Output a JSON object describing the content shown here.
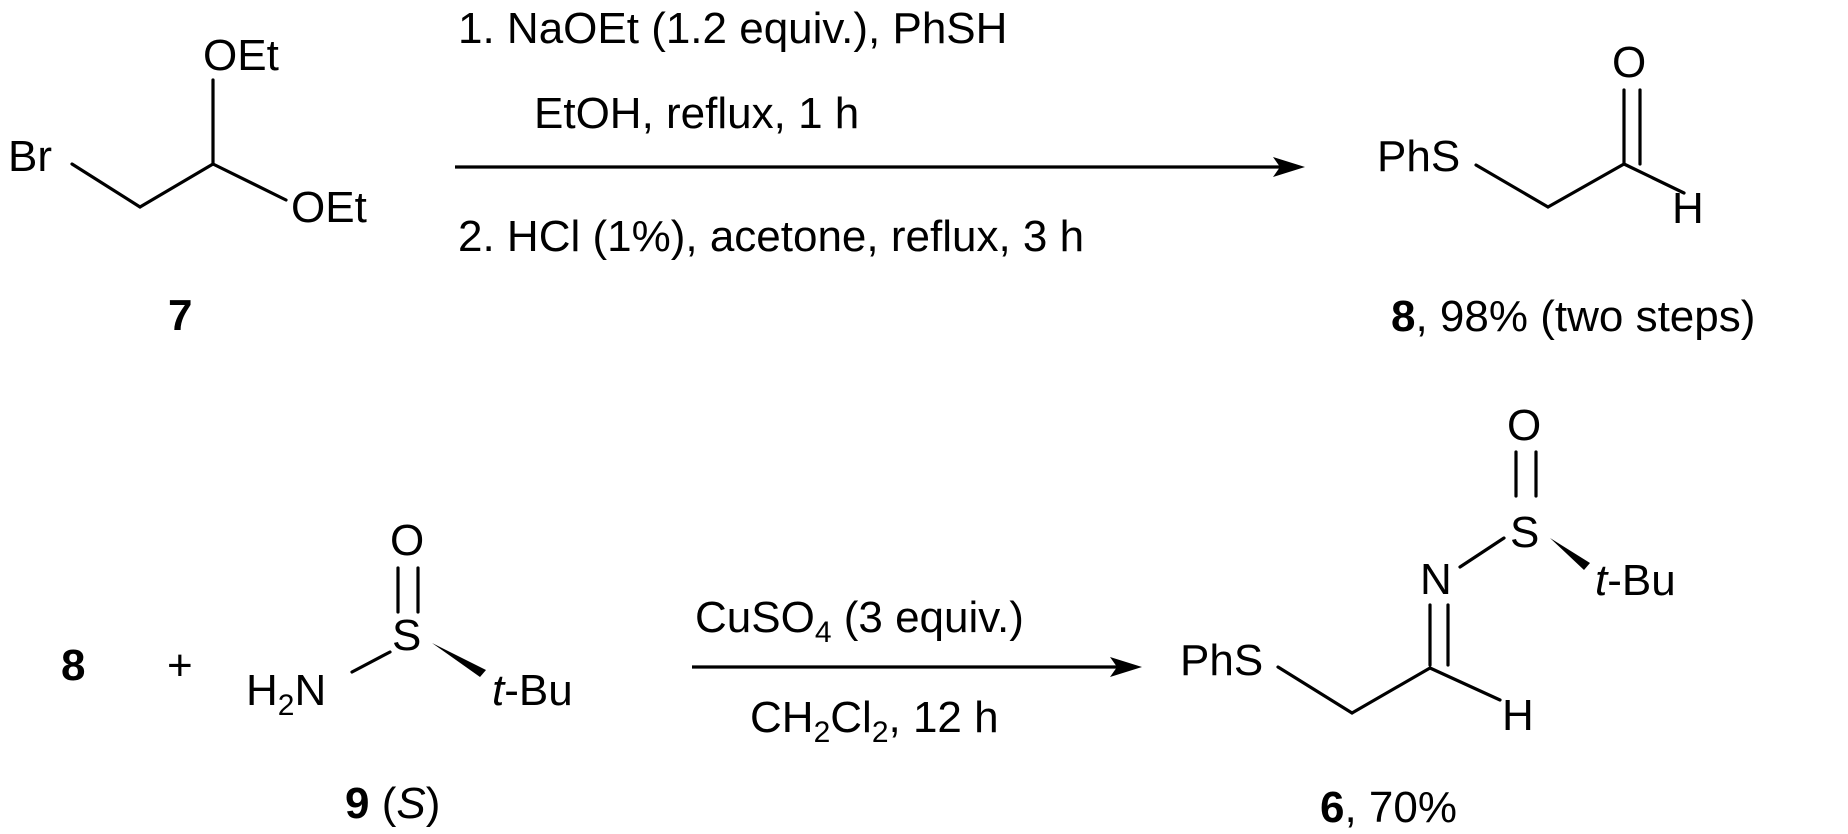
{
  "reaction1": {
    "cmpd7": {
      "br": "Br",
      "oet_top": "OEt",
      "oet_bottom": "OEt",
      "label": "7"
    },
    "conditions": {
      "line1": "1. NaOEt (1.2 equiv.), PhSH",
      "line2": "EtOH, reflux, 1 h",
      "line3": "2. HCl (1%), acetone, reflux, 3 h"
    },
    "cmpd8": {
      "phs": "PhS",
      "o": "O",
      "h": "H",
      "label_num": "8",
      "label_rest": ", 98% (two steps)"
    }
  },
  "reaction2": {
    "reactant8": "8",
    "plus": "+",
    "cmpd9": {
      "o": "O",
      "s": "S",
      "h": "H",
      "sub2": "2",
      "n": "N",
      "tbu_t": "t",
      "tbu_rest": "-Bu",
      "label_num": "9",
      "label_open": " (",
      "label_config": "S",
      "label_close": ")"
    },
    "conditions": {
      "cuso4_main": "CuSO",
      "cuso4_sub": "4",
      "cuso4_rest": " (3 equiv.)",
      "ch": "CH",
      "sub_a": "2",
      "cl": "Cl",
      "sub_b": "2",
      "rest": ", 12 h"
    },
    "cmpd6": {
      "o": "O",
      "s": "S",
      "n": "N",
      "tbu_t": "t",
      "tbu_rest": "-Bu",
      "phs": "PhS",
      "h": "H",
      "label_num": "6",
      "label_rest": ", 70%"
    }
  }
}
